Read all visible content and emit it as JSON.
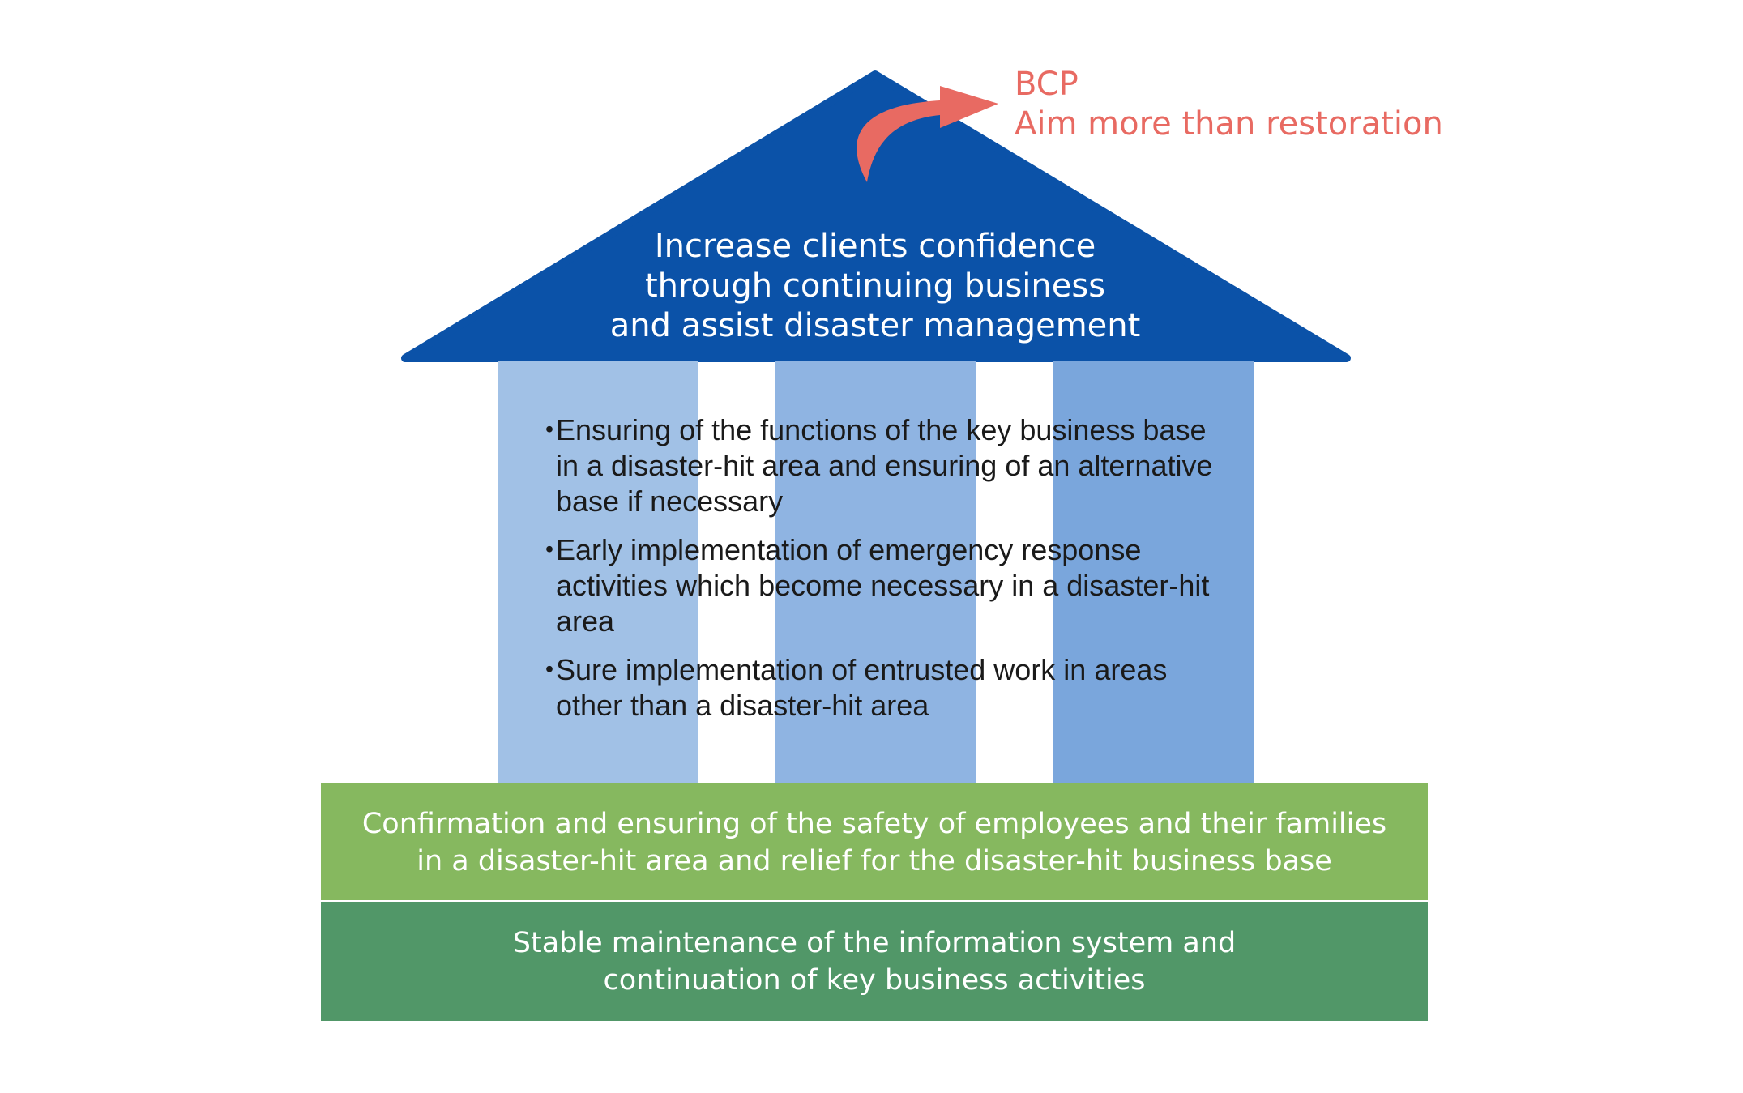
{
  "colors": {
    "roof": "#0b52a8",
    "pillar_left": "#a1c1e6",
    "pillar_middle": "#8fb4e2",
    "pillar_right": "#7aa6dc",
    "arrow": "#e86a62",
    "band_safety": "#86b85f",
    "band_it": "#519768"
  },
  "annotation": {
    "icon": "curved-arrow-icon",
    "title": "BCP",
    "subtitle": "Aim more than restoration"
  },
  "roof": {
    "lines": [
      "Increase clients confidence",
      "through continuing business",
      "and assist disaster management"
    ]
  },
  "pillars": {
    "bullet_symbol": "・",
    "items": [
      {
        "lines": [
          "Ensuring of the functions of the key business base",
          "in a disaster-hit area and ensuring of an alternative",
          "base if necessary"
        ]
      },
      {
        "lines": [
          "Early implementation of emergency response",
          "activities which become necessary in a disaster-hit",
          "area"
        ]
      },
      {
        "lines": [
          "Sure implementation of entrusted work in areas",
          "other than a disaster-hit area"
        ]
      }
    ]
  },
  "foundation": {
    "safety": {
      "lines": [
        "Confirmation and ensuring of the safety of employees and their families",
        "in a disaster-hit area and relief for the disaster-hit business base"
      ]
    },
    "it": {
      "lines": [
        "Stable maintenance of the information system and",
        "continuation of key business activities"
      ]
    }
  }
}
